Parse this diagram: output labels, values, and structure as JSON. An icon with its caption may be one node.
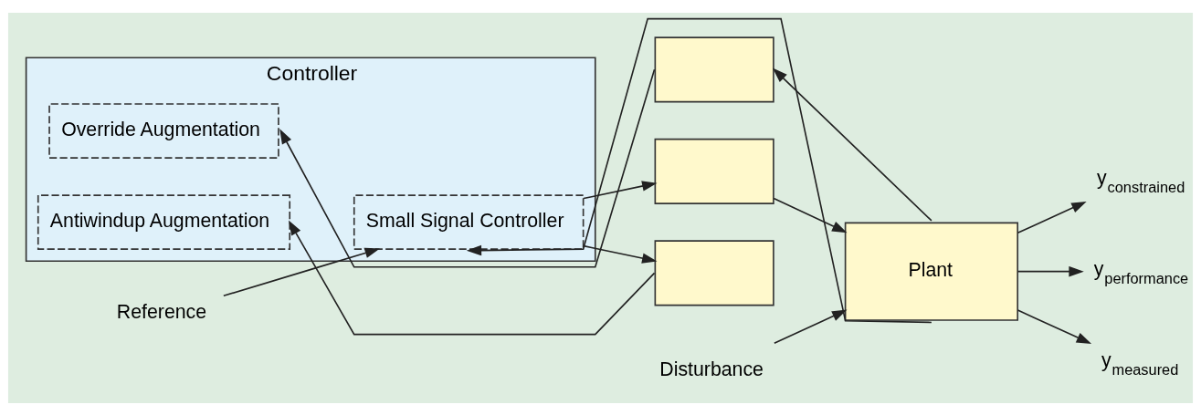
{
  "diagram": {
    "nodes": [
      {
        "text": [
          "Controller"
        ]
      },
      {
        "text": [
          "Override Augmentation"
        ],
        "in": 0
      },
      {
        "text": [
          "Small Signal Controller"
        ],
        "in": 0
      },
      {
        "text": [
          "Antiwindup Augmentation"
        ],
        "in": 0
      },
      {
        "text": [],
        "shape": "box"
      },
      {
        "text": [],
        "shape": "box"
      },
      {
        "text": [],
        "shape": "box"
      },
      {
        "text": [
          "Plant"
        ]
      },
      {
        "text": [
          "Reference"
        ]
      },
      {
        "text": [
          "Disturbance"
        ]
      },
      {
        "text": [
          "y$_{constrained}$"
        ]
      },
      {
        "text": [
          "y$_{performance}$"
        ]
      },
      {
        "text": [
          "y$_{measured}$"
        ]
      }
    ],
    "edges": [
      {
        "from": 8,
        "to": 2,
        "arrow": "to"
      },
      {
        "from": 4,
        "to": 1,
        "arrow": "to"
      },
      {
        "from": 2,
        "to": 5,
        "arrow": "to"
      },
      {
        "from": 2,
        "to": 6,
        "arrow": "to"
      },
      {
        "from": 6,
        "to": 3,
        "arrow": "to"
      },
      {
        "from": 9,
        "to": 7,
        "arrow": "to"
      },
      {
        "from": 5,
        "to": 7,
        "arrow": "to"
      },
      {
        "from": 7,
        "to": 10,
        "arrow": "to"
      },
      {
        "from": 7,
        "to": 11,
        "arrow": "to"
      },
      {
        "from": 7,
        "to": 12,
        "arrow": "to"
      },
      {
        "from": 7,
        "to": 4,
        "arrow": "to"
      },
      {
        "from": 7,
        "to": 2,
        "arrow": "to"
      }
    ]
  }
}
